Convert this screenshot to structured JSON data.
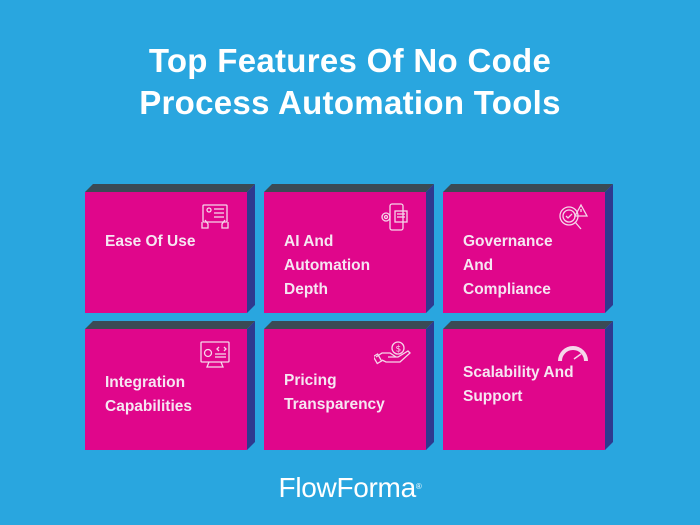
{
  "title": {
    "line1": "Top Features Of No Code",
    "line2": "Process Automation Tools"
  },
  "colors": {
    "background": "#29a6df",
    "card_front": "#e0068b",
    "card_top": "#3a4a55",
    "card_side": "#2e3a8f",
    "text": "#ffffff"
  },
  "cards": [
    {
      "label": "Ease Of Use",
      "icon": "touchscreen-hands-icon"
    },
    {
      "label": "AI And\nAutomation\nDepth",
      "icon": "mobile-gear-icon"
    },
    {
      "label": "Governance\nAnd\nCompliance",
      "icon": "magnifier-warning-icon"
    },
    {
      "label": "Integration\nCapabilities",
      "icon": "monitor-code-gear-icon"
    },
    {
      "label": "Pricing\nTransparency",
      "icon": "hand-dollar-coin-icon"
    },
    {
      "label": "Scalability And\nSupport",
      "icon": "speedometer-icon"
    }
  ],
  "footer": {
    "brand": "FlowForma",
    "registered": "®"
  }
}
